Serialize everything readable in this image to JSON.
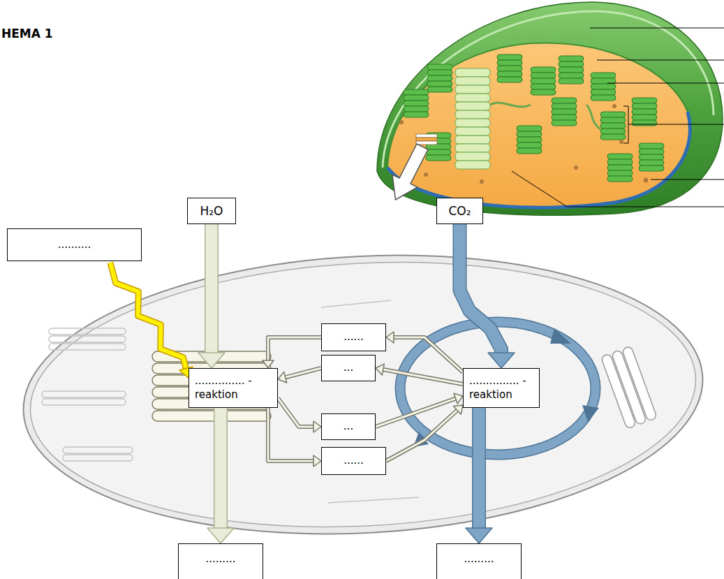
{
  "diagram": {
    "nodes": [
      {
        "text": [
          ".........."
        ]
      },
      {
        "text": [
          "H₂O"
        ]
      },
      {
        "text": [
          "CO₂"
        ]
      },
      {
        "text": [
          "......"
        ]
      },
      {
        "text": [
          "..."
        ]
      },
      {
        "text": [
          "............... - reaktion"
        ]
      },
      {
        "text": [
          "............... - reaktion"
        ]
      },
      {
        "text": [
          "..."
        ]
      },
      {
        "text": [
          "......"
        ]
      },
      {
        "text": [
          "........."
        ]
      },
      {
        "text": [
          "........."
        ]
      }
    ],
    "edges": [
      {
        "from": 0,
        "to": 5,
        "arrow": "to"
      },
      {
        "from": 1,
        "to": 5,
        "arrow": "to"
      },
      {
        "from": 2,
        "to": 6,
        "arrow": "to"
      },
      {
        "from": 6,
        "to": 3,
        "arrow": "to"
      },
      {
        "from": 3,
        "to": 5,
        "arrow": "to"
      },
      {
        "from": 6,
        "to": 4,
        "arrow": "to"
      },
      {
        "from": 4,
        "to": 5,
        "arrow": "to"
      },
      {
        "from": 5,
        "to": 7,
        "arrow": "to"
      },
      {
        "from": 7,
        "to": 6,
        "arrow": "to"
      },
      {
        "from": 5,
        "to": 8,
        "arrow": "to"
      },
      {
        "from": 8,
        "to": 6,
        "arrow": "to"
      },
      {
        "from": 5,
        "to": 9,
        "arrow": "to"
      },
      {
        "from": 6,
        "to": 10,
        "arrow": "to"
      }
    ],
    "labels": [
      "HEMA 1"
    ]
  }
}
